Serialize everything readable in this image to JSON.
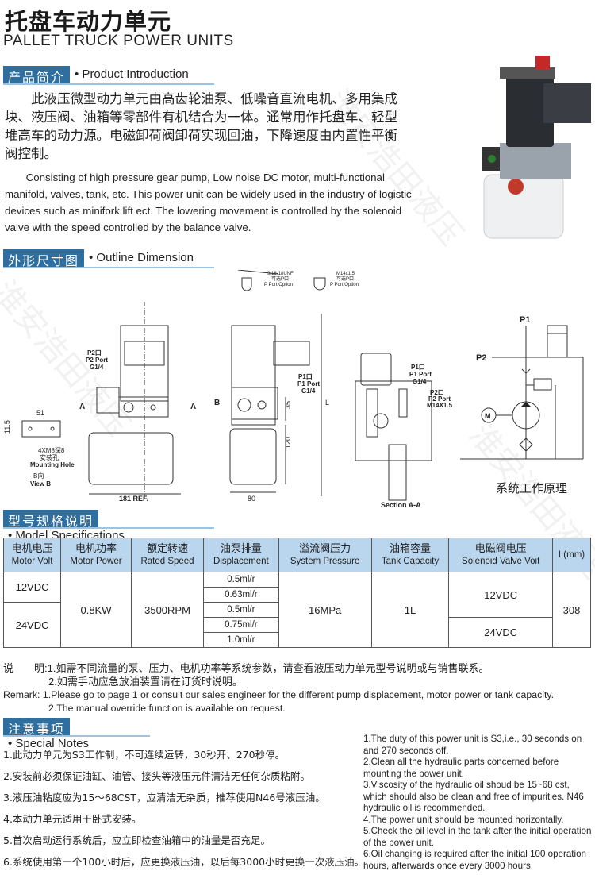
{
  "header": {
    "title_cn": "托盘车动力单元",
    "title_en": "PALLET TRUCK POWER UNITS"
  },
  "sections": {
    "intro": {
      "cn": "产品简介",
      "en": "• Product Introduction"
    },
    "outline": {
      "cn": "外形尺寸图",
      "en": "• Outline Dimension"
    },
    "model": {
      "cn": "型号规格说明",
      "en": "• Model Specifications"
    },
    "special": {
      "cn": "注意事项",
      "en": "• Special Notes"
    }
  },
  "intro": {
    "cn": "此液压微型动力单元由高齿轮油泵、低噪音直流电机、多用集成块、液压阀、油箱等零部件有机结合为一体。通常用作托盘车、轻型堆高车的动力源。电磁卸荷阀卸荷实现回油，下降速度由内置性平衡阀控制。",
    "en": "Consisting of high pressure gear pump, Low noise DC motor, multi-functional manifold, valves, tank, etc. This power unit can be widely used in the industry of logistic devices such as minifork lift ect. The lowering movement is controlled by the solenoid valve with the speed controlled by the balance valve."
  },
  "diagram": {
    "p_port_option_1": "9/16-18UNF",
    "p_port_option_1_cn": "可选P口",
    "p_port_option_label": "P Port Option",
    "p_port_option_2": "M14x1.5",
    "p_port_option_2_cn": "可选P口",
    "p2_cn": "P2口",
    "p2_port": "P2 Port",
    "p2_size": "G1/4",
    "p1_cn": "P1口",
    "p1_port": "P1 Port",
    "p1_size": "G1/4",
    "p2_m_size": "M14X1.5",
    "dim_51": "51",
    "dim_11_5": "11.5",
    "mounting_cn": "4XM8深8",
    "mounting_cn2": "安装孔",
    "mounting_en": "Mounting Hole",
    "view_b_cn": "B向",
    "view_b_en": "View B",
    "dim_181": "181 REF.",
    "dim_80": "80",
    "dim_35": "35",
    "dim_120": "120",
    "dim_L": "L",
    "a": "A",
    "b": "B",
    "section": "Section A-A",
    "schematic_p1": "P1",
    "schematic_p2": "P2",
    "motor": "M",
    "schematic_title": "系统工作原理"
  },
  "table": {
    "headers": [
      {
        "cn": "电机电压",
        "en": "Motor Volt"
      },
      {
        "cn": "电机功率",
        "en": "Motor Power"
      },
      {
        "cn": "额定转速",
        "en": "Rated Speed"
      },
      {
        "cn": "油泵排量",
        "en": "Displacement"
      },
      {
        "cn": "溢流阀压力",
        "en": "System Pressure"
      },
      {
        "cn": "油箱容量",
        "en": "Tank Capacity"
      },
      {
        "cn": "电磁阀电压",
        "en": "Solenoid Valve Voit"
      },
      {
        "cn": "",
        "en": "L(mm)"
      }
    ],
    "motor_volt": [
      "12VDC",
      "24VDC"
    ],
    "motor_power": "0.8KW",
    "rated_speed": "3500RPM",
    "displacement": [
      "0.5ml/r",
      "0.63ml/r",
      "0.5ml/r",
      "0.75ml/r",
      "1.0ml/r"
    ],
    "pressure": "16MPa",
    "tank": "1L",
    "solenoid": [
      "12VDC",
      "24VDC"
    ],
    "length": "308"
  },
  "remarks": {
    "cn_label": "说　　明:",
    "cn_1": "1.如需不同流量的泵、压力、电机功率等系统参数，请查看液压动力单元型号说明或与销售联系。",
    "cn_2": "2.如需手动应急放油装置请在订货时说明。",
    "en_label": "Remark: ",
    "en_1": "1.Please go to page 1 or consult our sales engineer for the different pump displacement, motor power or tank capacity.",
    "en_2": "2.The manual override function is available on request."
  },
  "special_notes": {
    "cn": [
      "1.此动力单元为S3工作制，不可连续运转，30秒开、270秒停。",
      "2.安装前必须保证油缸、油管、接头等液压元件清洁无任何杂质粘附。",
      "3.液压油粘度应为15～68CST，应清洁无杂质，推荐使用N46号液压油。",
      "4.本动力单元适用于卧式安装。",
      "5.首次启动运行系统后，应立即检查油箱中的油量是否充足。",
      "6.系统使用第一个100小时后，应更换液压油，以后每3000小时更换一次液压油。"
    ],
    "en": [
      "1.The duty of this power unit is S3,i.e., 30 seconds on and 270 seconds off.",
      "2.Clean all the hydraulic parts concerned before mounting the power unit.",
      "3.Viscosity of the hydraulic oil shoud be 15~68 cst, which should also be clean and free of impurities. N46 hydraulic oil is recommended.",
      "4.The power unit should be mounted horizontally.",
      "5.Check the oil level in the tank after the initial operation of the power unit.",
      "6.Oil changing is required after the initial 100 operation hours, afterwards once every 3000 hours."
    ]
  },
  "colors": {
    "accent": "#2f6f9f",
    "table_header": "#b9d6ee",
    "underline": "#9cc3e2"
  }
}
